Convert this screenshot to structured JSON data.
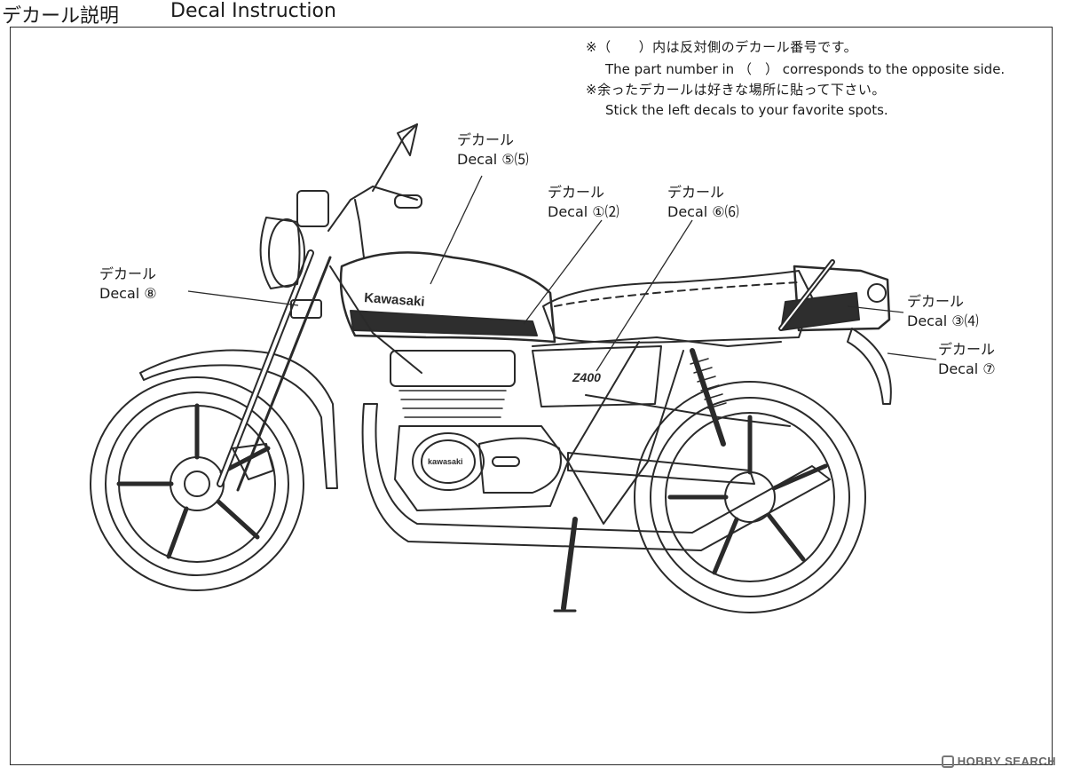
{
  "header": {
    "title_ja": "デカール説明",
    "title_en": "Decal Instruction"
  },
  "notes": [
    "※（　　）内は反対側のデカール番号です。",
    "The part number in （　） corresponds to the opposite side.",
    "※余ったデカールは好きな場所に貼って下さい。",
    "Stick the left decals to your favorite spots."
  ],
  "callouts": [
    {
      "ja": "デカール",
      "en": "Decal ⑤⑸",
      "target": "fuel tank top"
    },
    {
      "ja": "デカール",
      "en": "Decal ①⑵",
      "target": "fuel tank stripe"
    },
    {
      "ja": "デカール",
      "en": "Decal ⑥⑹",
      "target": "side cover emblem"
    },
    {
      "ja": "デカール",
      "en": "Decal ⑧",
      "target": "front fork"
    },
    {
      "ja": "デカール",
      "en": "Decal ③⑷",
      "target": "tail cowl stripe"
    },
    {
      "ja": "デカール",
      "en": "Decal ⑦",
      "target": "rear fender"
    }
  ],
  "drawing": {
    "tank_text": "Kawasaki",
    "side_cover_text": "Z400",
    "engine_badge_text": "kawasaki"
  },
  "watermark": "HOBBY SEARCH"
}
